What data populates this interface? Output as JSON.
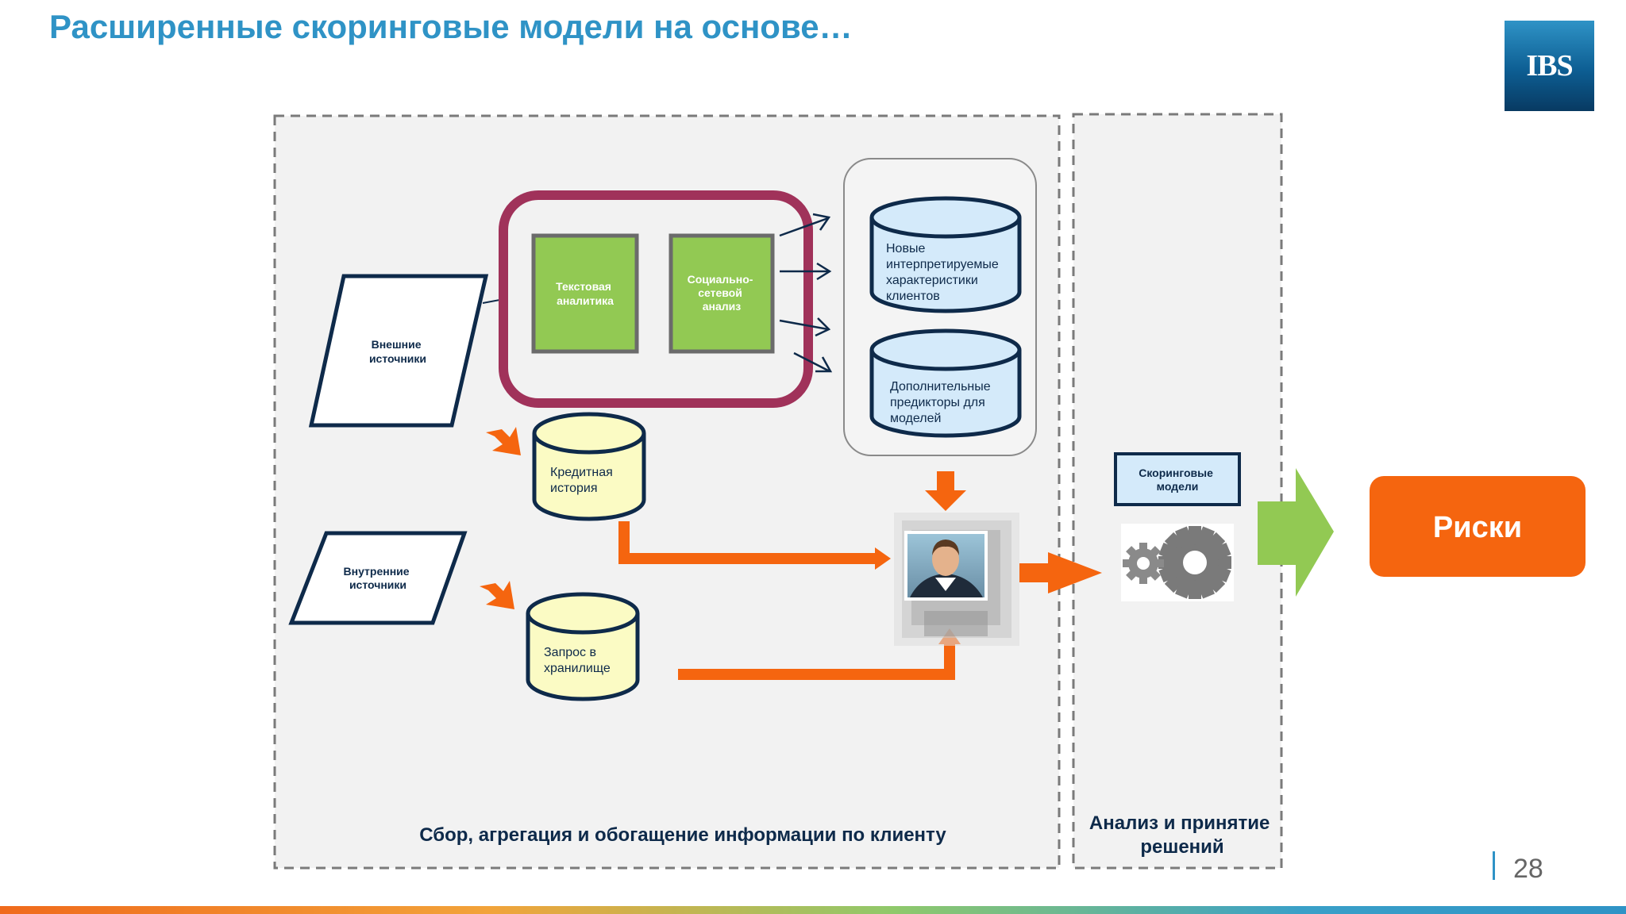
{
  "slide": {
    "title": "Расширенные скоринговые модели на основе…",
    "logo_text": "IBS",
    "page_number": "28"
  },
  "diagram": {
    "sources": {
      "external": [
        "Внешние",
        "источники"
      ],
      "internal": [
        "Внутренние",
        "источники"
      ]
    },
    "analytics": {
      "text": [
        "Текстовая",
        "аналитика"
      ],
      "social": [
        "Социально-",
        "сетевой",
        "анализ"
      ]
    },
    "databases": {
      "new_features": [
        "Новые",
        "интерпретируемые",
        "характеристики",
        "клиентов"
      ],
      "extra_predictors": [
        "Дополнительные",
        "предикторы для",
        "моделей"
      ],
      "credit_history": [
        "Кредитная",
        "история"
      ],
      "warehouse_query": [
        "Запрос в",
        "хранилище"
      ]
    },
    "scoring_models": [
      "Скоринговые",
      "модели"
    ],
    "risks": "Риски",
    "section_collect": "Сбор, агрегация и обогащение информации по клиенту",
    "section_analysis": [
      "Анализ и принятие",
      "решений"
    ]
  },
  "colors": {
    "accent_blue": "#2f93c6",
    "orange": "#f5650f",
    "green": "#92c953",
    "maroon": "#a0325a",
    "navy": "#0e2a4a",
    "db_blue_fill": "#d4eafa",
    "db_yellow_fill": "#fbfbc4",
    "panel_gray": "#f2f2f2"
  },
  "icons": [
    "person-photo-icon",
    "gears-icon"
  ]
}
